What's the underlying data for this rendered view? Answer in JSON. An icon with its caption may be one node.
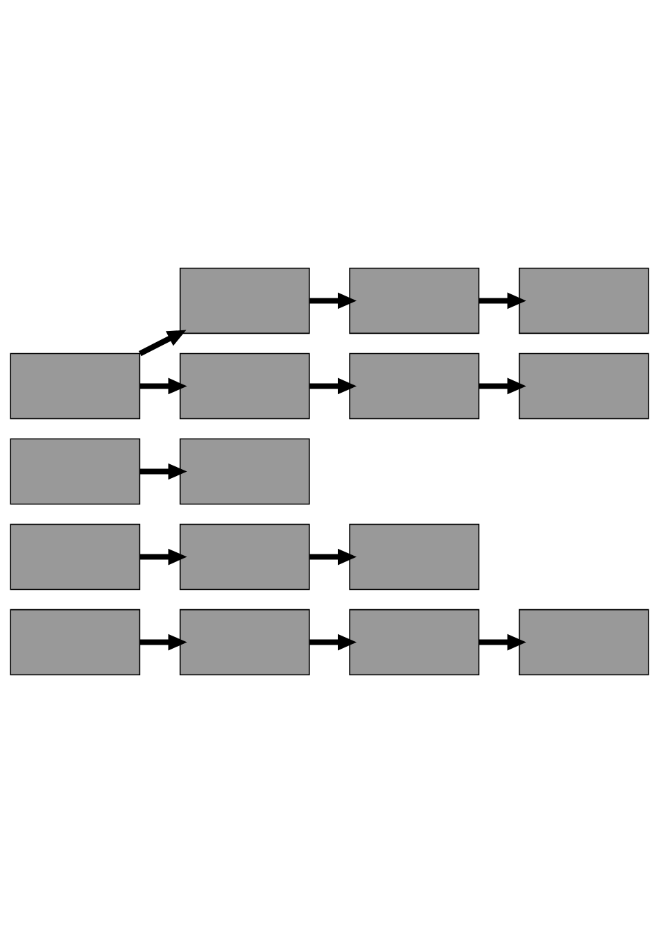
{
  "diagram": {
    "nodes": [
      {
        "text": [],
        "shape": "box"
      },
      {
        "text": [],
        "shape": "box"
      },
      {
        "text": [],
        "shape": "box"
      },
      {
        "text": [],
        "shape": "box"
      },
      {
        "text": [],
        "shape": "box"
      },
      {
        "text": [],
        "shape": "box"
      },
      {
        "text": [],
        "shape": "box"
      },
      {
        "text": [],
        "shape": "box"
      },
      {
        "text": [],
        "shape": "box"
      },
      {
        "text": [],
        "shape": "box"
      },
      {
        "text": [],
        "shape": "box"
      },
      {
        "text": [],
        "shape": "box"
      },
      {
        "text": [],
        "shape": "box"
      },
      {
        "text": [],
        "shape": "box"
      },
      {
        "text": [],
        "shape": "box"
      },
      {
        "text": [],
        "shape": "box"
      }
    ],
    "edges": [
      {
        "from": 0,
        "to": 1,
        "arrow": "to"
      },
      {
        "from": 1,
        "to": 2,
        "arrow": "to"
      },
      {
        "from": 2,
        "to": 3,
        "arrow": "to"
      },
      {
        "from": 4,
        "to": 5,
        "arrow": "to"
      },
      {
        "from": 5,
        "to": 6,
        "arrow": "to"
      },
      {
        "from": 7,
        "to": 8,
        "arrow": "to"
      },
      {
        "from": 9,
        "to": 10,
        "arrow": "to"
      },
      {
        "from": 9,
        "to": 11,
        "arrow": "to"
      },
      {
        "from": 10,
        "to": 12,
        "arrow": "to"
      },
      {
        "from": 12,
        "to": 14,
        "arrow": "to"
      },
      {
        "from": 11,
        "to": 13,
        "arrow": "to"
      },
      {
        "from": 13,
        "to": 15,
        "arrow": "to"
      }
    ]
  }
}
